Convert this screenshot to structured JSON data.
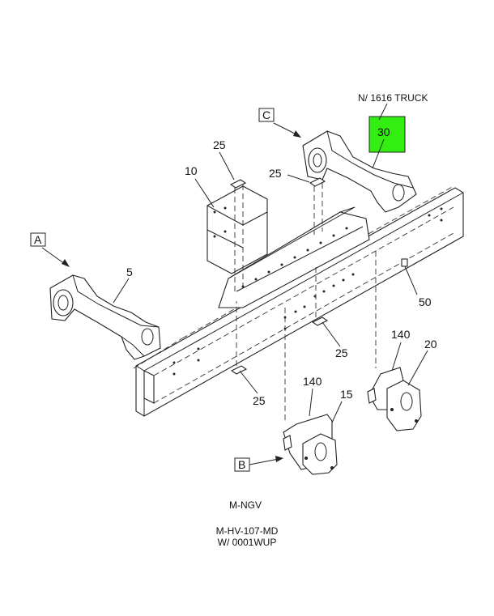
{
  "diagram": {
    "callouts": {
      "view_a": "A",
      "view_b": "B",
      "view_c": "C",
      "n5": "5",
      "n10": "10",
      "n15": "15",
      "n20": "20",
      "n25_top_left": "25",
      "n25_top_mid": "25",
      "n25_low_mid": "25",
      "n25_low_left": "25",
      "n30": "30",
      "n50": "50",
      "n140_left": "140",
      "n140_right": "140",
      "truck_note": "N/ 1616 TRUCK"
    },
    "footer": {
      "line1": "M-NGV",
      "line2": "M-HV-107-MD",
      "line3": "W/ 0001WUP"
    },
    "colors": {
      "highlight": "#33ee11",
      "ink": "#222222"
    }
  }
}
